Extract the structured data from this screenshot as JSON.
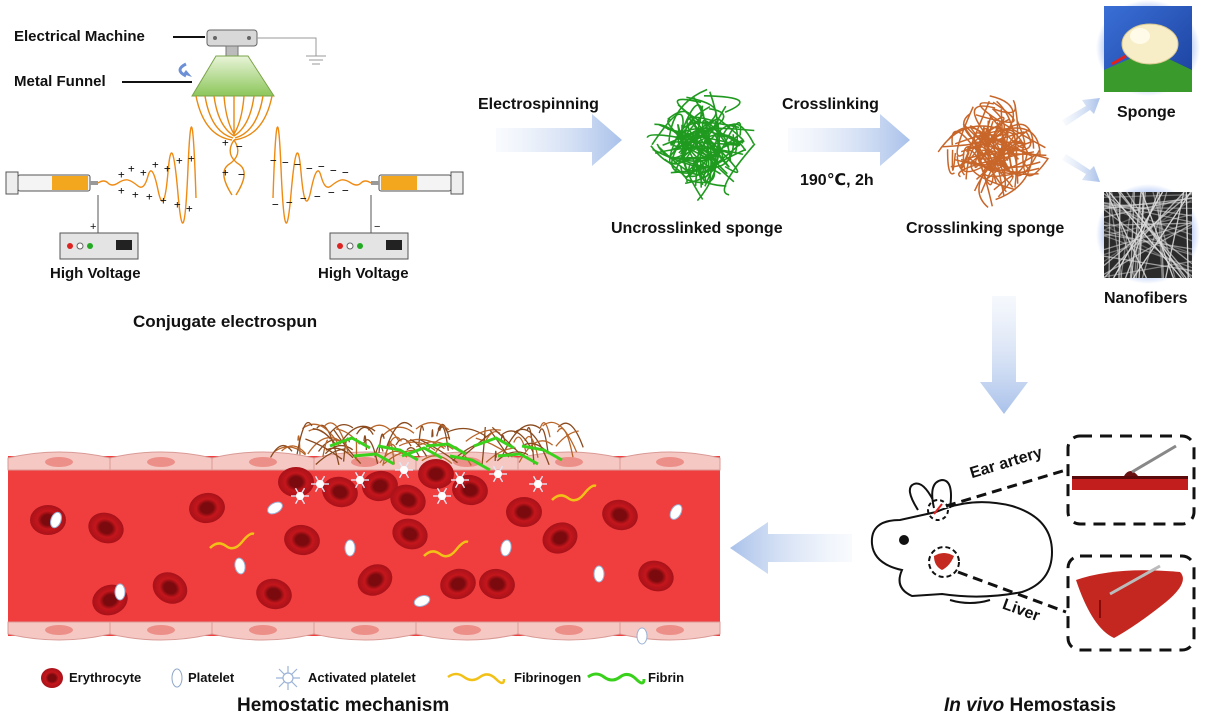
{
  "section_a": {
    "electrical_machine": "Electrical Machine",
    "metal_funnel": "Metal Funnel",
    "high_voltage_left": "High Voltage",
    "high_voltage_right": "High Voltage",
    "caption": "Conjugate electrospun"
  },
  "process": {
    "electrospinning": "Electrospinning",
    "uncrosslinked": "Uncrosslinked sponge",
    "crosslinking": "Crosslinking",
    "condition": "190℃, 2h",
    "crosslinked": "Crosslinking sponge",
    "sponge": "Sponge",
    "nanofibers": "Nanofibers"
  },
  "invivo": {
    "ear_artery": "Ear artery",
    "liver": "Liver",
    "caption_italic": "In vivo",
    "caption_rest": " Hemostasis"
  },
  "mechanism": {
    "caption": "Hemostatic mechanism",
    "legend": {
      "erythrocyte": "Erythrocyte",
      "platelet": "Platelet",
      "activated_platelet": "Activated platelet",
      "fibrinogen": "Fibrinogen",
      "fibrin": "Fibrin"
    }
  },
  "colors": {
    "vessel": "#f03e3e",
    "vessel_wall": "#f6c8c4",
    "erythrocyte": "#c4161c",
    "fibrinogen": "#f2c118",
    "fibrin": "#39d11c",
    "fiber_green": "#1f9a1f",
    "fiber_orange": "#d9701a",
    "arrow": "#b9cbec"
  }
}
